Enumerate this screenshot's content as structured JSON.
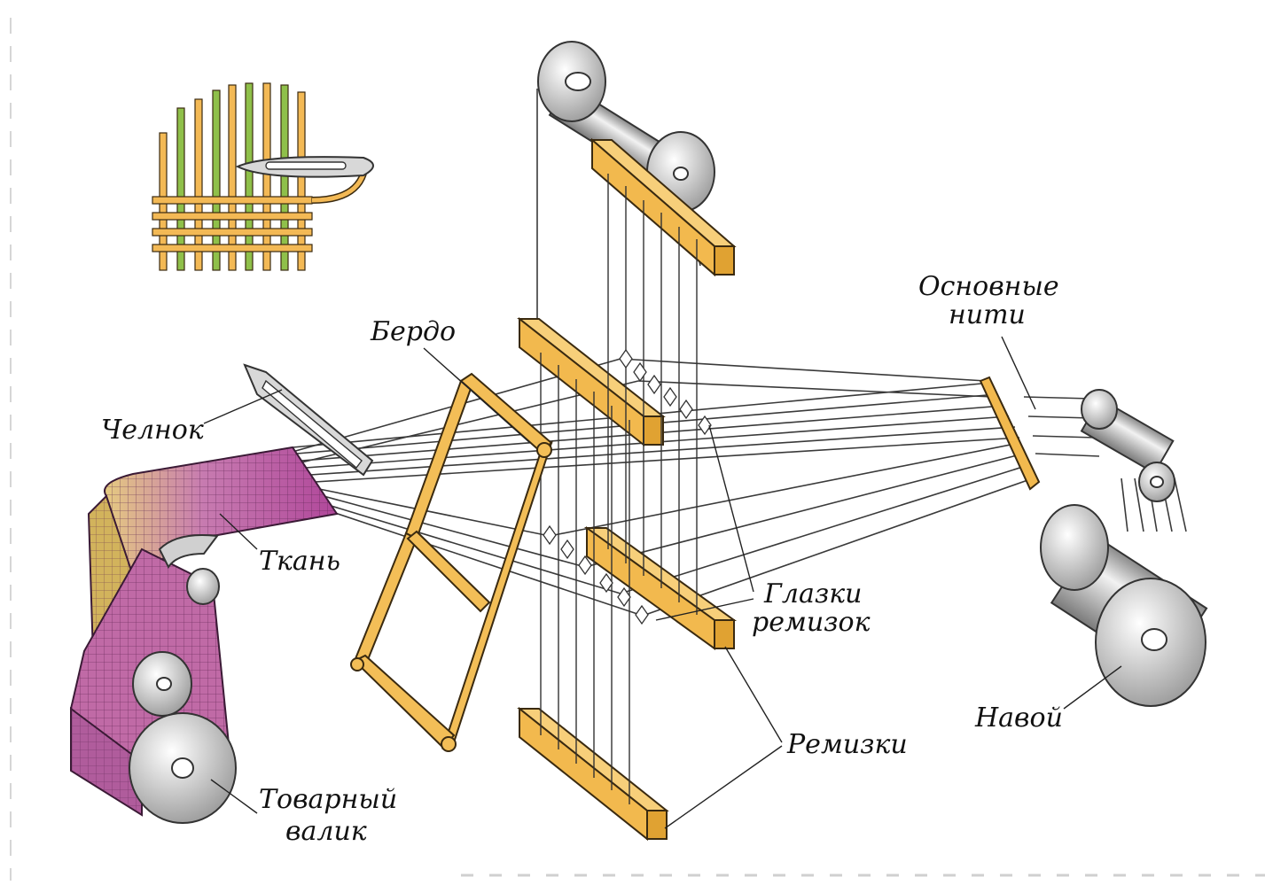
{
  "diagram": {
    "labels": {
      "shuttle": "Челнок",
      "reed": "Бердо",
      "warp_threads_line1": "Основные",
      "warp_threads_line2": "нити",
      "fabric": "Ткань",
      "heddle_eyes_line1": "Глазки",
      "heddle_eyes_line2": "ремизок",
      "heddle_frames": "Ремизки",
      "warp_beam": "Навой",
      "cloth_roller_line1": "Товарный",
      "cloth_roller_line2": "валик"
    },
    "colors": {
      "wood": "#f2b94e",
      "fabric_magenta": "#b0479a",
      "fabric_yellow": "#e9d47a",
      "roller_gray": "#b9b9b9",
      "inset_green": "#8fc04a",
      "inset_orange": "#f3b955"
    }
  }
}
